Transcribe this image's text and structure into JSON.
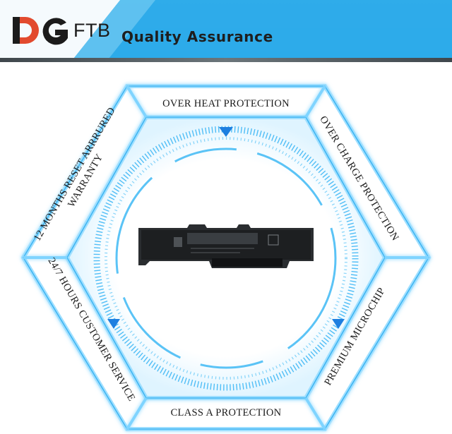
{
  "header": {
    "logo_mark": "DG",
    "logo_suffix": "FTB",
    "title": "Quality Assurance"
  },
  "colors": {
    "accent_blue": "#1e7fe0",
    "glow_blue": "#5cc8ff",
    "header_line": "#4a5257"
  },
  "hexagon": {
    "top": "OVER HEAT PROTECTION",
    "upper_right": "OVER CHARGE PROTECTION",
    "lower_right": "PREMIUM MICROCHIP",
    "bottom": "CLASS A PROTECTION",
    "lower_left": "24/7 HOURS CUSTOMER SERVICE",
    "upper_left": "12 MONTHS RESET ARRRURED WARRANTY"
  },
  "product": {
    "icon": "laptop-battery-image"
  }
}
